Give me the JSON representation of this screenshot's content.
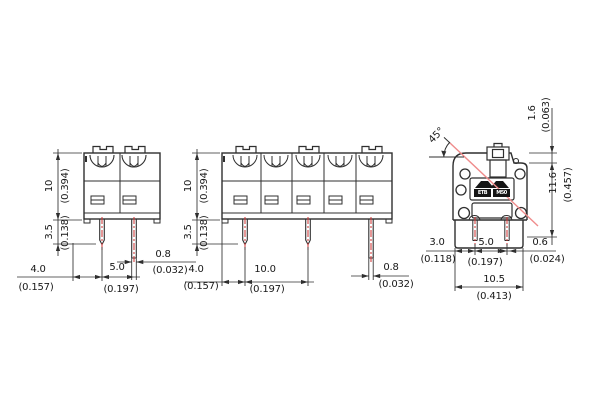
{
  "colors": {
    "line": "#2f2f2f",
    "centerline_red": "#cf2f2f",
    "axis_red": "#ef8b8b"
  },
  "views": {
    "front_2pos": {
      "height_mm": "10",
      "height_in": "(0.394)",
      "pin_len_mm": "3.5",
      "pin_len_in": "(0.138)",
      "offset_mm": "4.0",
      "offset_in": "(0.157)",
      "pitch_mm": "5.0",
      "pitch_in": "(0.197)",
      "pin_w_mm": "0.8",
      "pin_w_in": "(0.032)"
    },
    "front_5pos": {
      "height_mm": "10",
      "height_in": "(0.394)",
      "pin_len_mm": "3.5",
      "pin_len_in": "(0.138)",
      "offset_mm": "4.0",
      "offset_in": "(0.157)",
      "pitch_mm": "10.0",
      "pitch_in": "(0.197)",
      "pin_w_mm": "0.8",
      "pin_w_in": "(0.032)"
    },
    "side": {
      "angle": "45°",
      "step_mm": "1.6",
      "step_in": "(0.063)",
      "height_mm": "11.6",
      "height_in": "(0.457)",
      "edge_mm": "3.0",
      "edge_in": "(0.118)",
      "pitch_mm": "5.0",
      "pitch_in": "(0.197)",
      "pin_w_mm": "0.6",
      "pin_w_in": "(0.024)",
      "width_mm": "10.5",
      "width_in": "(0.413)",
      "label_brand": "ETB",
      "label_model": "M50"
    }
  }
}
